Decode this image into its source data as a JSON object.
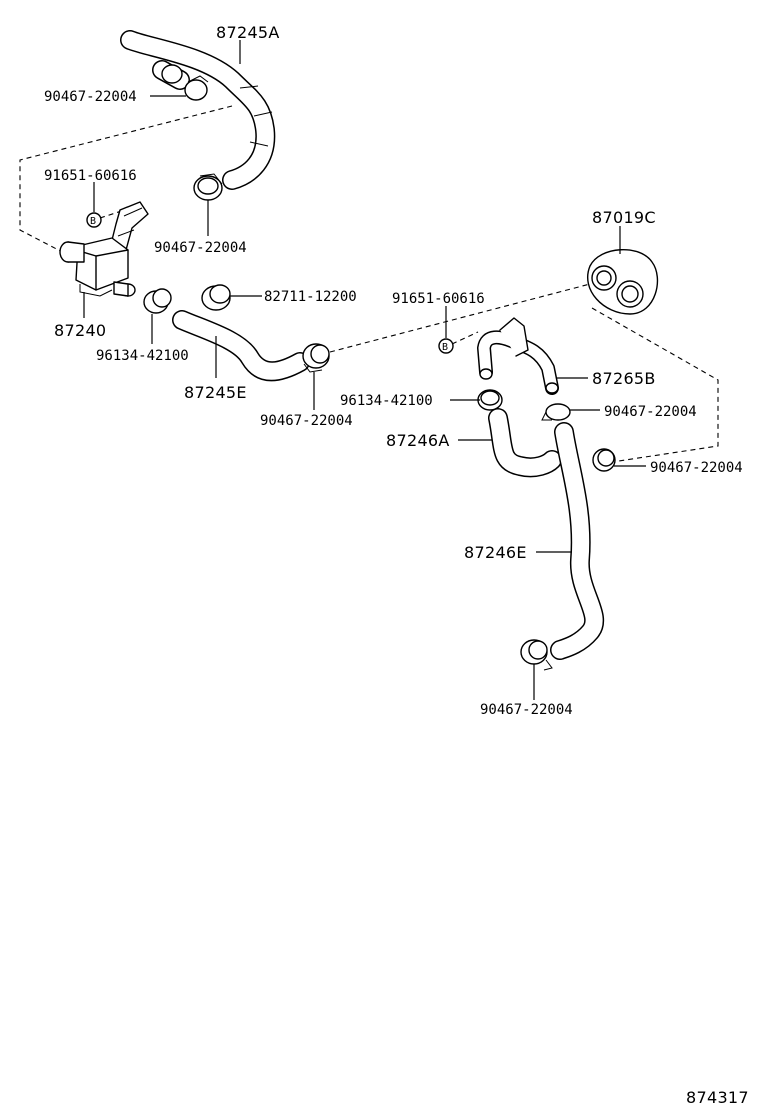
{
  "labels": {
    "hose_87245A": "87245A",
    "clip_top_left": "90467-22004",
    "bolt_left": "91651-60616",
    "clip_upper_mid": "90467-22004",
    "valve_87240": "87240",
    "hose_87245E": "87245E",
    "clamp_left": "96134-42100",
    "clamp_82711": "82711-12200",
    "clip_mid": "90467-22004",
    "grommet_87019C": "87019C",
    "bolt_right": "91651-60616",
    "pipe_87265B": "87265B",
    "clamp_right": "96134-42100",
    "clip_right_upper": "90467-22004",
    "hose_87246A": "87246A",
    "clip_far_right": "90467-22004",
    "hose_87246E": "87246E",
    "clip_bottom": "90467-22004",
    "bolt_marker_left": "B",
    "bolt_marker_right": "B",
    "diagram_id": "874317"
  }
}
